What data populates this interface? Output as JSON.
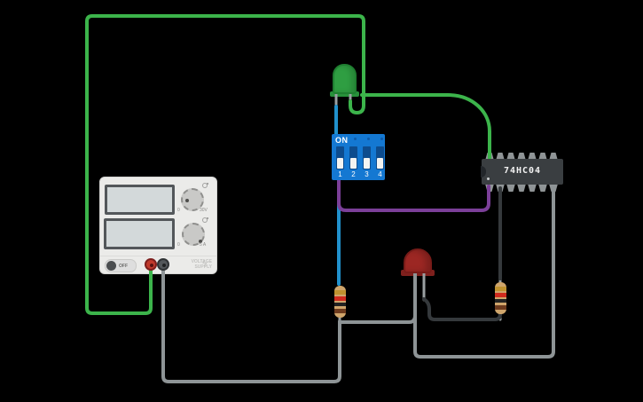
{
  "app": {
    "background": "#000000"
  },
  "power_supply": {
    "toggle_label": "OFF",
    "brand": {
      "line1": "VOLTAGE",
      "line2": "SUPPLY"
    },
    "lightning_icon": "ϟ",
    "displays": [
      {
        "value": ""
      },
      {
        "value": ""
      }
    ],
    "voltage_knob": {
      "min_label": "0",
      "max_label": "30V"
    },
    "current_knob": {
      "min_label": "0",
      "max_label": "5 A"
    }
  },
  "dip_switch": {
    "label": "ON",
    "positions": [
      "1",
      "2",
      "3",
      "4"
    ],
    "states": [
      "off",
      "off",
      "off",
      "off"
    ]
  },
  "ic": {
    "label": "74HC04"
  },
  "leds": {
    "green": {
      "color": "#2f9e42"
    },
    "red": {
      "color": "#9c2723"
    }
  },
  "resistors": {
    "r1": {
      "bands": [
        "gold",
        "red",
        "black",
        "brown"
      ]
    },
    "r2": {
      "bands": [
        "gold",
        "red",
        "black",
        "brown"
      ]
    }
  },
  "wires": {
    "green": "#3cb44b",
    "blue": "#2191cc",
    "purple": "#7b3f98",
    "dark": "#35393c",
    "gray": "#8e9496",
    "lead": "#9aa0a2",
    "pin": "#8f9496"
  }
}
